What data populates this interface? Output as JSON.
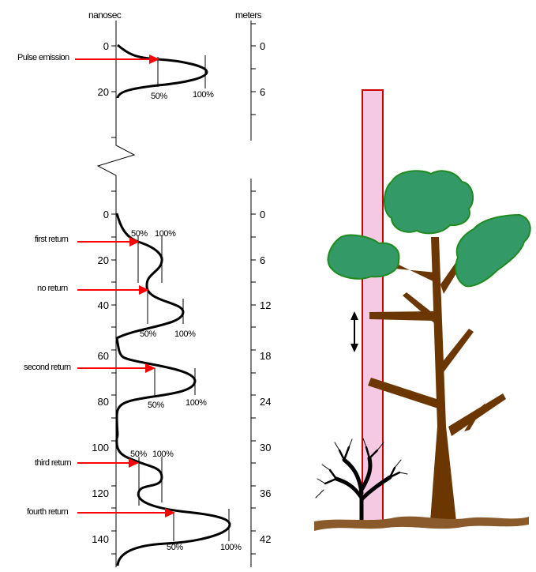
{
  "axes": {
    "left_unit": "nanosec",
    "right_unit": "meters",
    "top_left_ticks": [
      "0",
      "20"
    ],
    "top_right_ticks": [
      "0",
      "6"
    ],
    "bottom_left_ticks": [
      "0",
      "20",
      "40",
      "60",
      "80",
      "100",
      "120",
      "140"
    ],
    "bottom_right_ticks": [
      "0",
      "6",
      "12",
      "18",
      "24",
      "30",
      "36",
      "42"
    ]
  },
  "pulse": {
    "label": "Pulse emission",
    "half_label": "50%",
    "full_label": "100%"
  },
  "returns": [
    {
      "label": "first return",
      "half_label": "50%",
      "full_label": "100%"
    },
    {
      "label": "no return",
      "half_label": "50%",
      "full_label": "100%"
    },
    {
      "label": "second return",
      "half_label": "50%",
      "full_label": "100%"
    },
    {
      "label": "third return",
      "half_label": "50%",
      "full_label": "100%"
    },
    {
      "label": "fourth return",
      "half_label": "50%",
      "full_label": "100%"
    }
  ],
  "colors": {
    "arrow": "#ff0000",
    "beam_fill": "#f5c9e2",
    "beam_stroke": "#cc0000",
    "trunk": "#6b3600",
    "foliage": "#339966",
    "foliage_edge": "#1f8a1f",
    "ground": "#8b5a2b"
  }
}
